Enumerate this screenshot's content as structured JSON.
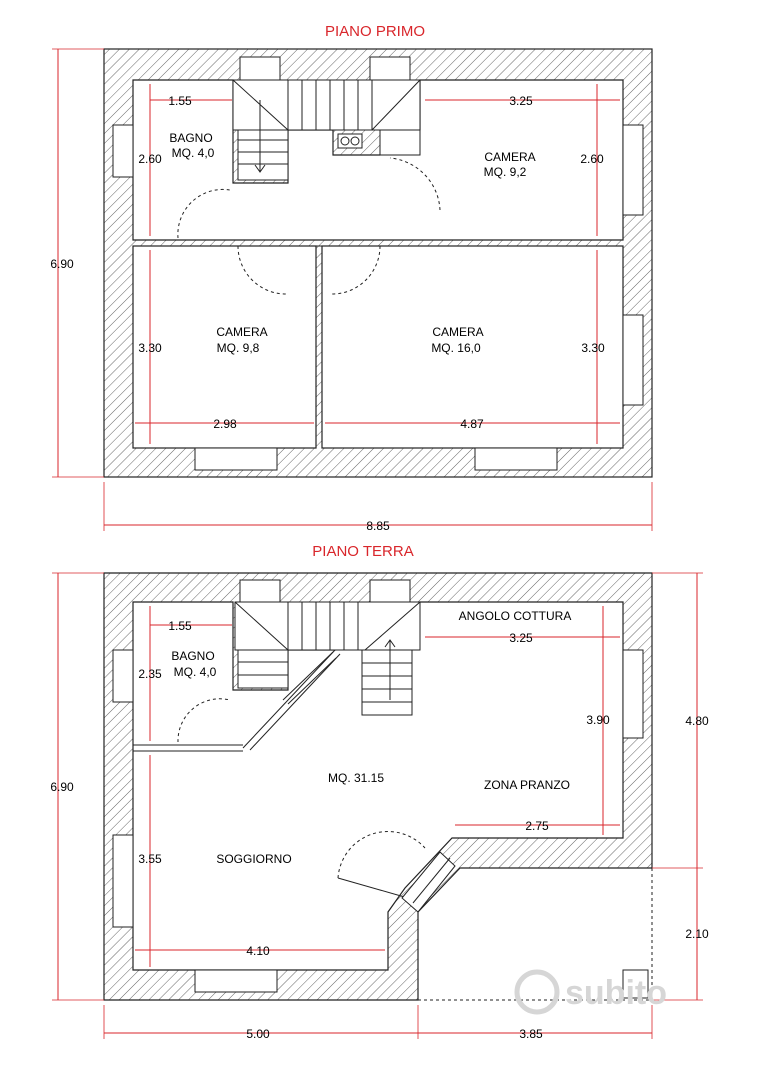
{
  "plans": {
    "upper": {
      "title": "PIANO PRIMO",
      "rooms": {
        "bagno": {
          "name": "BAGNO",
          "area": "MQ. 4,0"
        },
        "camera_a": {
          "name": "CAMERA",
          "area": "MQ. 9,2"
        },
        "camera_b": {
          "name": "CAMERA",
          "area": "MQ. 9,8"
        },
        "camera_c": {
          "name": "CAMERA",
          "area": "MQ. 16,0"
        }
      },
      "dims": {
        "bagno_w": "1.55",
        "bagno_h": "2.60",
        "camera_a_w": "3.25",
        "camera_a_h": "2.60",
        "camera_b_h": "3.30",
        "camera_b_w": "2.98",
        "camera_c_w": "4.87",
        "camera_c_h": "3.30",
        "total_h": "6.90",
        "total_w": "8.85"
      }
    },
    "ground": {
      "title": "PIANO TERRA",
      "rooms": {
        "bagno": {
          "name": "BAGNO",
          "area": "MQ. 4,0"
        },
        "cottura": {
          "name": "ANGOLO COTTURA"
        },
        "main": {
          "area": "MQ. 31.15"
        },
        "pranzo": {
          "name": "ZONA PRANZO"
        },
        "soggiorno": {
          "name": "SOGGIORNO"
        }
      },
      "dims": {
        "bagno_w": "1.55",
        "bagno_h": "2.35",
        "cottura_w": "3.25",
        "cottura_h": "3.90",
        "pranzo_w": "2.75",
        "soggiorno_h": "3.55",
        "soggiorno_w": "4.10",
        "total_h": "6.90",
        "right_h_top": "4.80",
        "right_h_bottom": "2.10",
        "bottom_left": "5.00",
        "bottom_right": "3.85"
      }
    }
  },
  "watermark": "subito",
  "colors": {
    "dimension": "#d9262b",
    "wall": "#222222",
    "watermark": "#d6d6d6"
  },
  "icons": {
    "watermark_logo": "subito-logo-icon"
  }
}
